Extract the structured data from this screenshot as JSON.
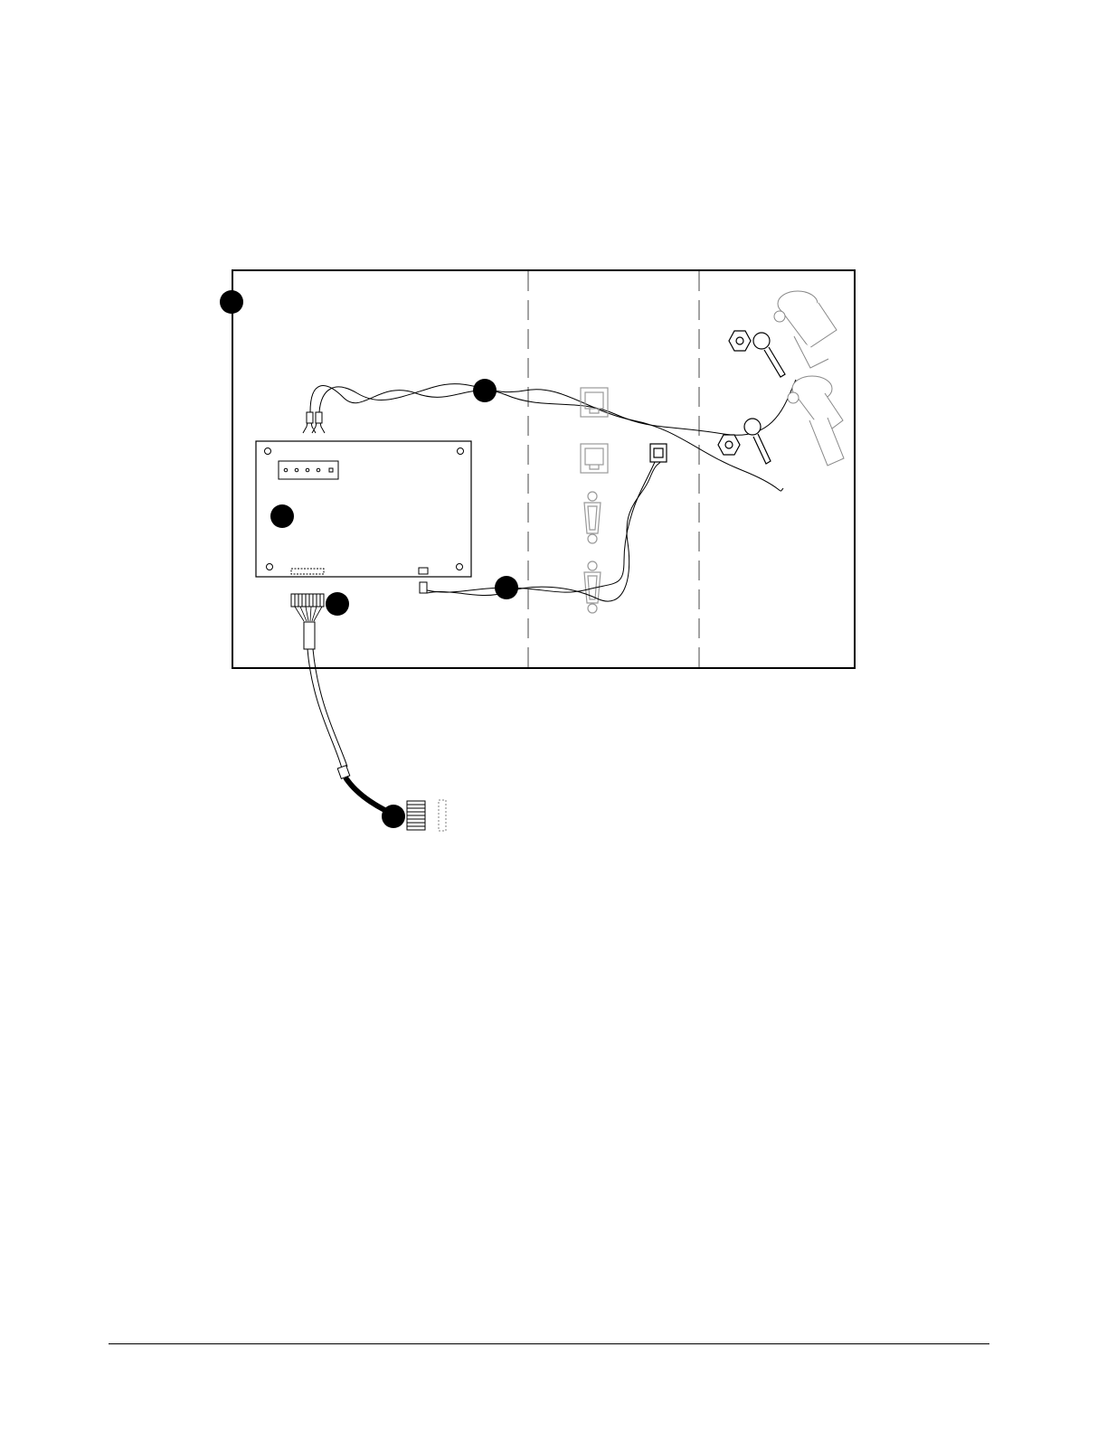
{
  "diagram": {
    "type": "wiring-diagram",
    "callouts": [
      {
        "id": "panel",
        "shape": "filled-circle"
      },
      {
        "id": "twisted-pair-to-load-cell-terminals",
        "shape": "filled-circle"
      },
      {
        "id": "circuit-board",
        "shape": "filled-circle"
      },
      {
        "id": "signal-cable-to-serial-port",
        "shape": "filled-circle"
      },
      {
        "id": "ribbon-connector",
        "shape": "filled-circle"
      },
      {
        "id": "remote-terminal-plug",
        "shape": "filled-circle"
      }
    ],
    "components": [
      "enclosure-panel",
      "circuit-board",
      "terminal-block",
      "rj45-ports",
      "db9-ports",
      "molex-connector",
      "ring-terminals",
      "hex-nuts",
      "sensor-studs",
      "pluggable-terminal-block"
    ],
    "colors": {
      "line": "#000000",
      "cable": "#888888",
      "port": "#999999",
      "background": "#ffffff"
    }
  },
  "footer": {
    "rule": "horizontal-line"
  }
}
